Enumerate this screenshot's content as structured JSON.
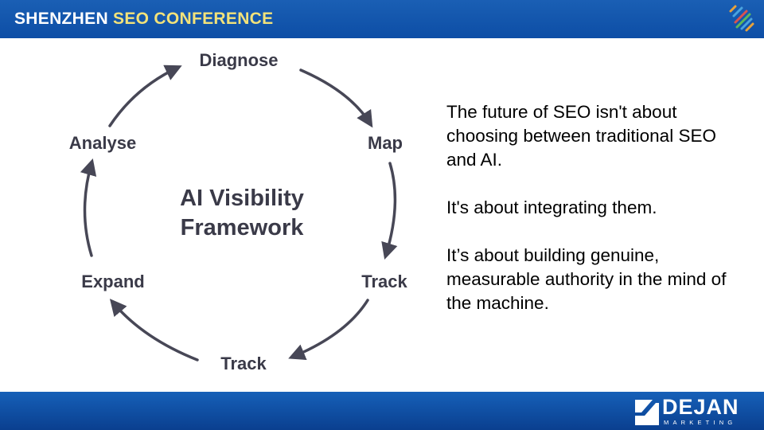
{
  "header": {
    "title_part1": "SHENZHEN ",
    "title_part2": "SEO CONFERENCE",
    "background_color": "#0d4ea6",
    "accent_color": "#f2e27a"
  },
  "diagram": {
    "center_title_line1": "AI Visibility",
    "center_title_line2": "Framework",
    "steps": [
      {
        "label": "Diagnose"
      },
      {
        "label": "Map"
      },
      {
        "label": "Track"
      },
      {
        "label": "Track"
      },
      {
        "label": "Expand"
      },
      {
        "label": "Analyse"
      }
    ],
    "arrow_color": "#474756",
    "text_color": "#3a3a48"
  },
  "content": {
    "paragraph1": "The future of SEO isn't about choosing between traditional SEO and AI.",
    "paragraph2": "It's about integrating them.",
    "paragraph3": "It’s about building genuine, measurable authority in the mind of the machine."
  },
  "footer": {
    "brand_name": "DEJAN",
    "brand_sub": "MARKETING"
  },
  "icons": {
    "corner_logo": "striped-logo-icon",
    "brand_mark": "dejan-mark-icon"
  }
}
